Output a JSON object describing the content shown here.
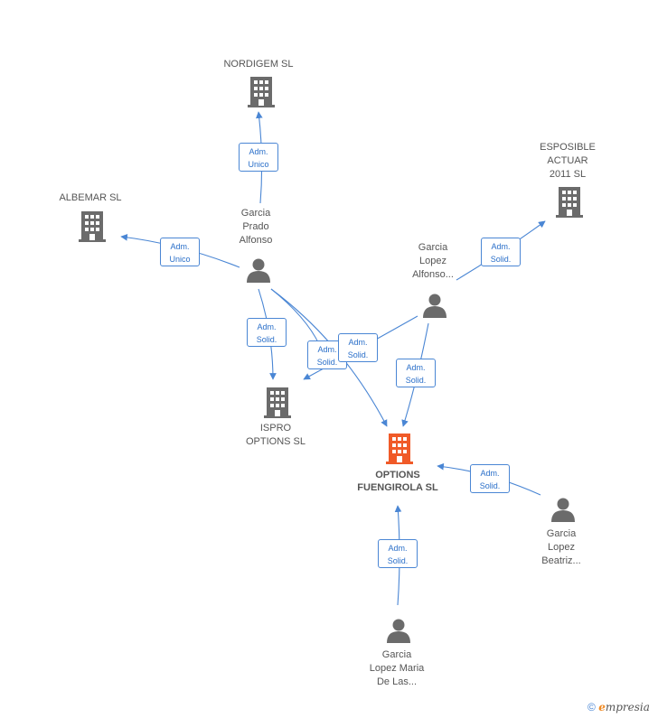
{
  "nodes": {
    "nordigem": "NORDIGEM SL",
    "esposible": "ESPOSIBLE\nACTUAR\n2011 SL",
    "albemar": "ALBEMAR  SL",
    "garcia_prado": "Garcia\nPrado\nAlfonso",
    "garcia_lopez_alfonso": "Garcia\nLopez\nAlfonso...",
    "ispro": "ISPRO\nOPTIONS  SL",
    "options": "OPTIONS\nFUENGIROLA SL",
    "garcia_lopez_beatriz": "Garcia\nLopez\nBeatriz...",
    "garcia_lopez_maria": "Garcia\nLopez Maria\nDe Las..."
  },
  "edges": {
    "e1": "Adm.\nUnico",
    "e2": "Adm.\nUnico",
    "e3": "Adm.\nSolid.",
    "e4": "Adm.\nSolid.",
    "e5": "Adm.\nSolid.",
    "e6": "Adm.\nSolid.",
    "e7": "Adm.\nSolid.",
    "e8": "Adm.\nSolid.",
    "e9": "Adm.\nSolid."
  },
  "footer": {
    "copyright": "©",
    "brand_e": "e",
    "brand_rest": "mpresia"
  },
  "colors": {
    "company": "#6b6b6b",
    "main_company": "#f05a28",
    "person": "#6b6b6b",
    "edge": "#4a86d4"
  }
}
